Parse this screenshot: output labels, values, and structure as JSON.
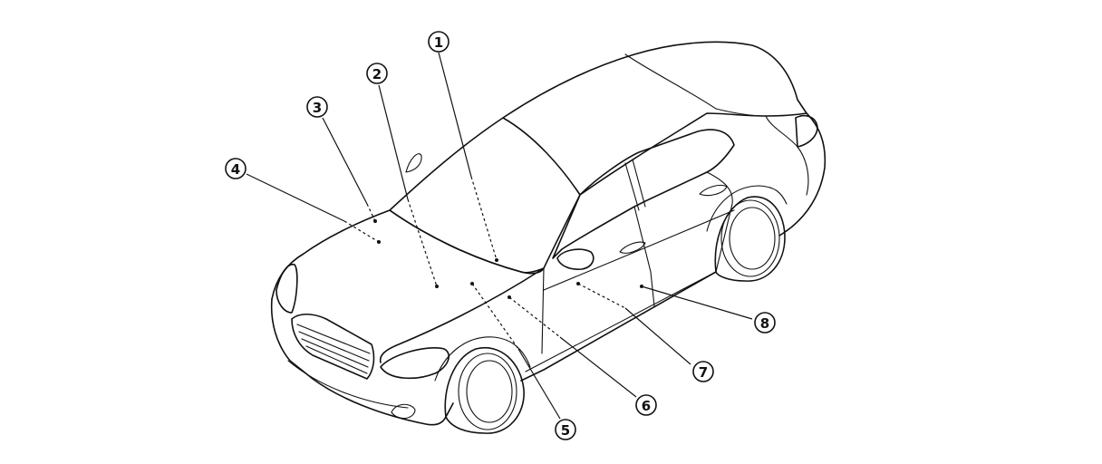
{
  "diagram": {
    "callouts": [
      {
        "id": "1",
        "label": "1"
      },
      {
        "id": "2",
        "label": "2"
      },
      {
        "id": "3",
        "label": "3"
      },
      {
        "id": "4",
        "label": "4"
      },
      {
        "id": "5",
        "label": "5"
      },
      {
        "id": "6",
        "label": "6"
      },
      {
        "id": "7",
        "label": "7"
      },
      {
        "id": "8",
        "label": "8"
      }
    ],
    "colors": {
      "line": "#111111",
      "background": "#ffffff"
    }
  }
}
